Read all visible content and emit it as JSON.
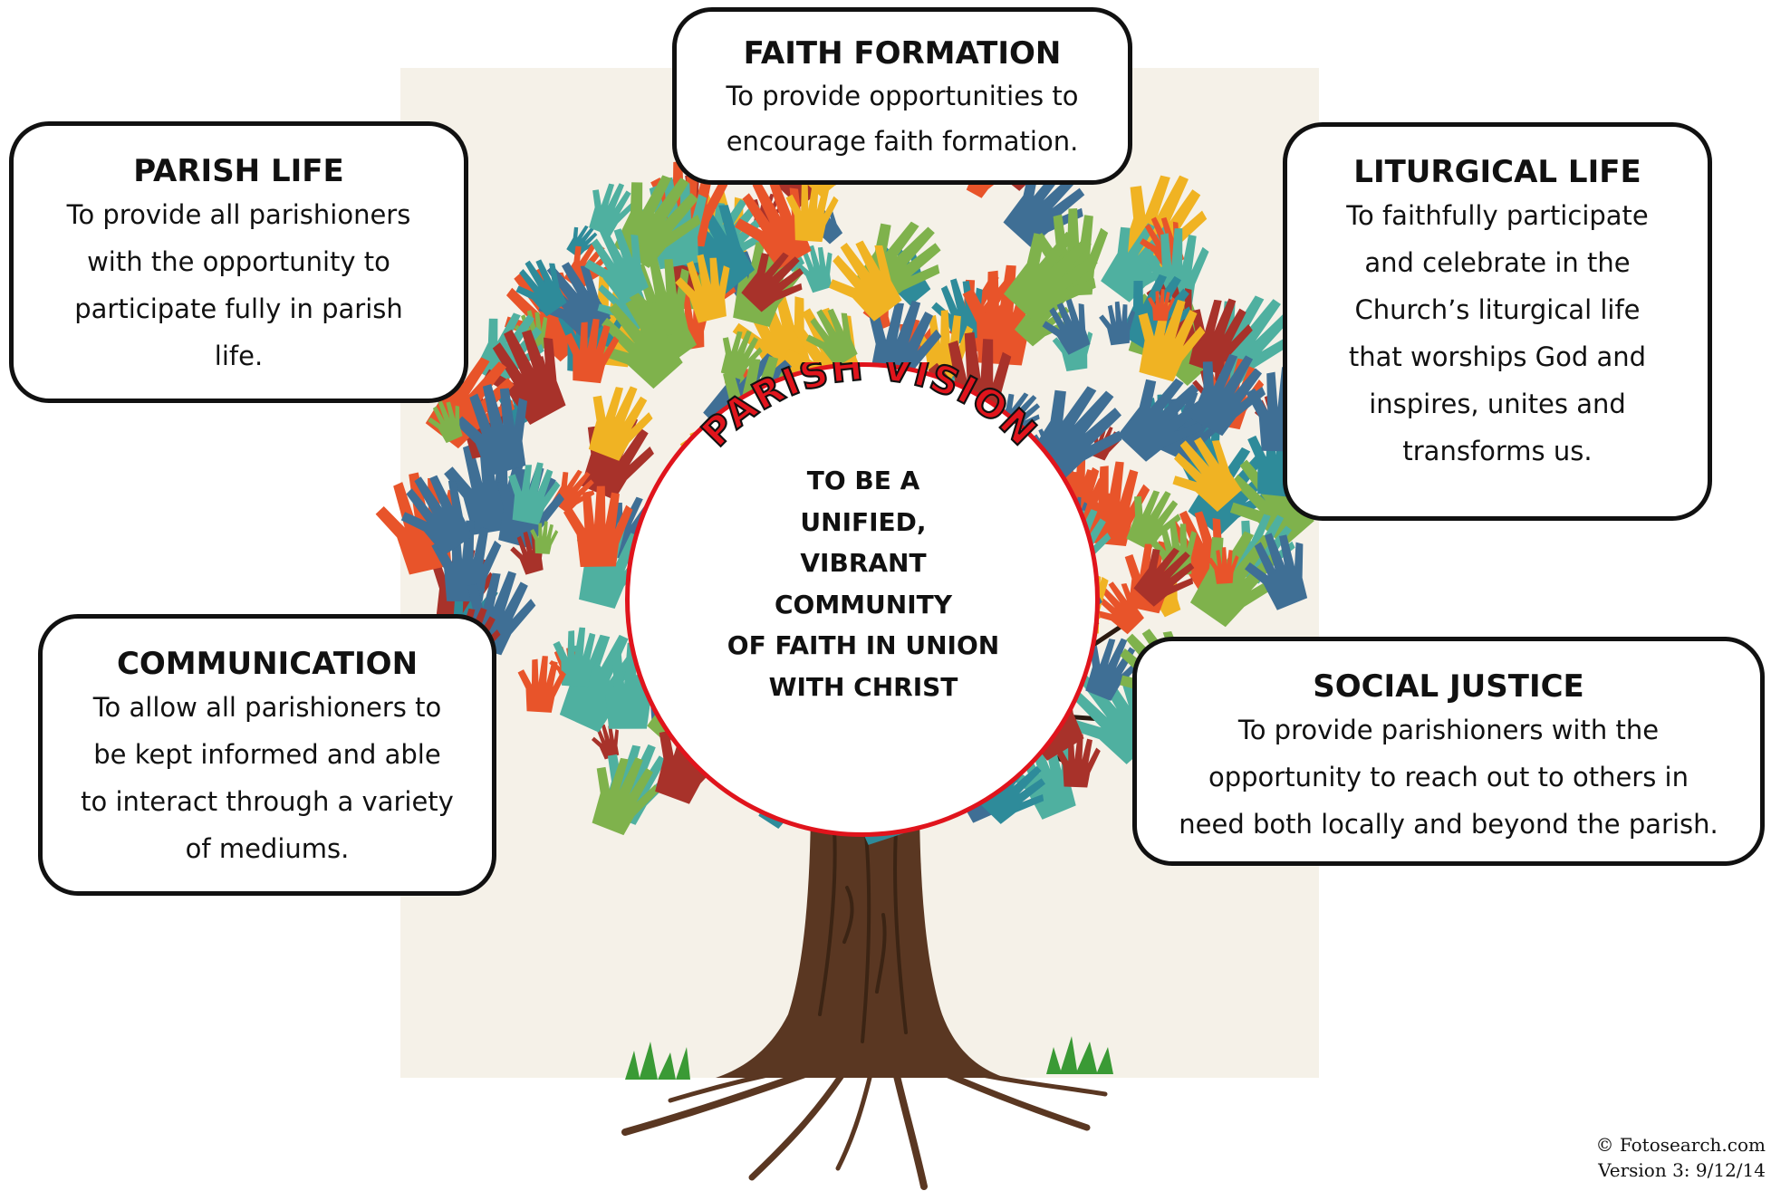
{
  "center": {
    "heading": "PARISH VISION",
    "statement_lines": [
      "TO BE A",
      "UNIFIED,",
      "VIBRANT",
      "COMMUNITY",
      "OF FAITH IN UNION",
      "WITH CHRIST"
    ]
  },
  "cards": {
    "faith_formation": {
      "title": "FAITH FORMATION",
      "lines": [
        "To provide opportunities to",
        "encourage faith formation."
      ]
    },
    "parish_life": {
      "title": "PARISH LIFE",
      "lines": [
        "To provide all parishioners",
        "with the opportunity to",
        "participate fully in parish",
        "life."
      ]
    },
    "liturgical_life": {
      "title": "LITURGICAL LIFE",
      "lines": [
        "To faithfully participate",
        "and celebrate in the",
        "Church’s liturgical life",
        "that worships God and",
        "inspires, unites and",
        "transforms us."
      ]
    },
    "communication": {
      "title": "COMMUNICATION",
      "lines": [
        "To allow all parishioners to",
        "be kept informed and able",
        "to interact through a variety",
        "of mediums."
      ]
    },
    "social_justice": {
      "title": "SOCIAL JUSTICE",
      "lines": [
        "To provide parishioners with the",
        "opportunity to reach out to others in",
        "need both locally and beyond the parish."
      ]
    }
  },
  "footer": {
    "copyright": "© Fotosearch.com",
    "version": "Version 3: 9/12/14"
  },
  "colors": {
    "vision_red": "#e0141c",
    "vision_outline": "#111111",
    "hand_palette": [
      "#e8542a",
      "#2e8b9a",
      "#f0b323",
      "#a8322a",
      "#3f6f95",
      "#7fb24c",
      "#4fb0a0"
    ],
    "trunk": "#5a3722"
  }
}
